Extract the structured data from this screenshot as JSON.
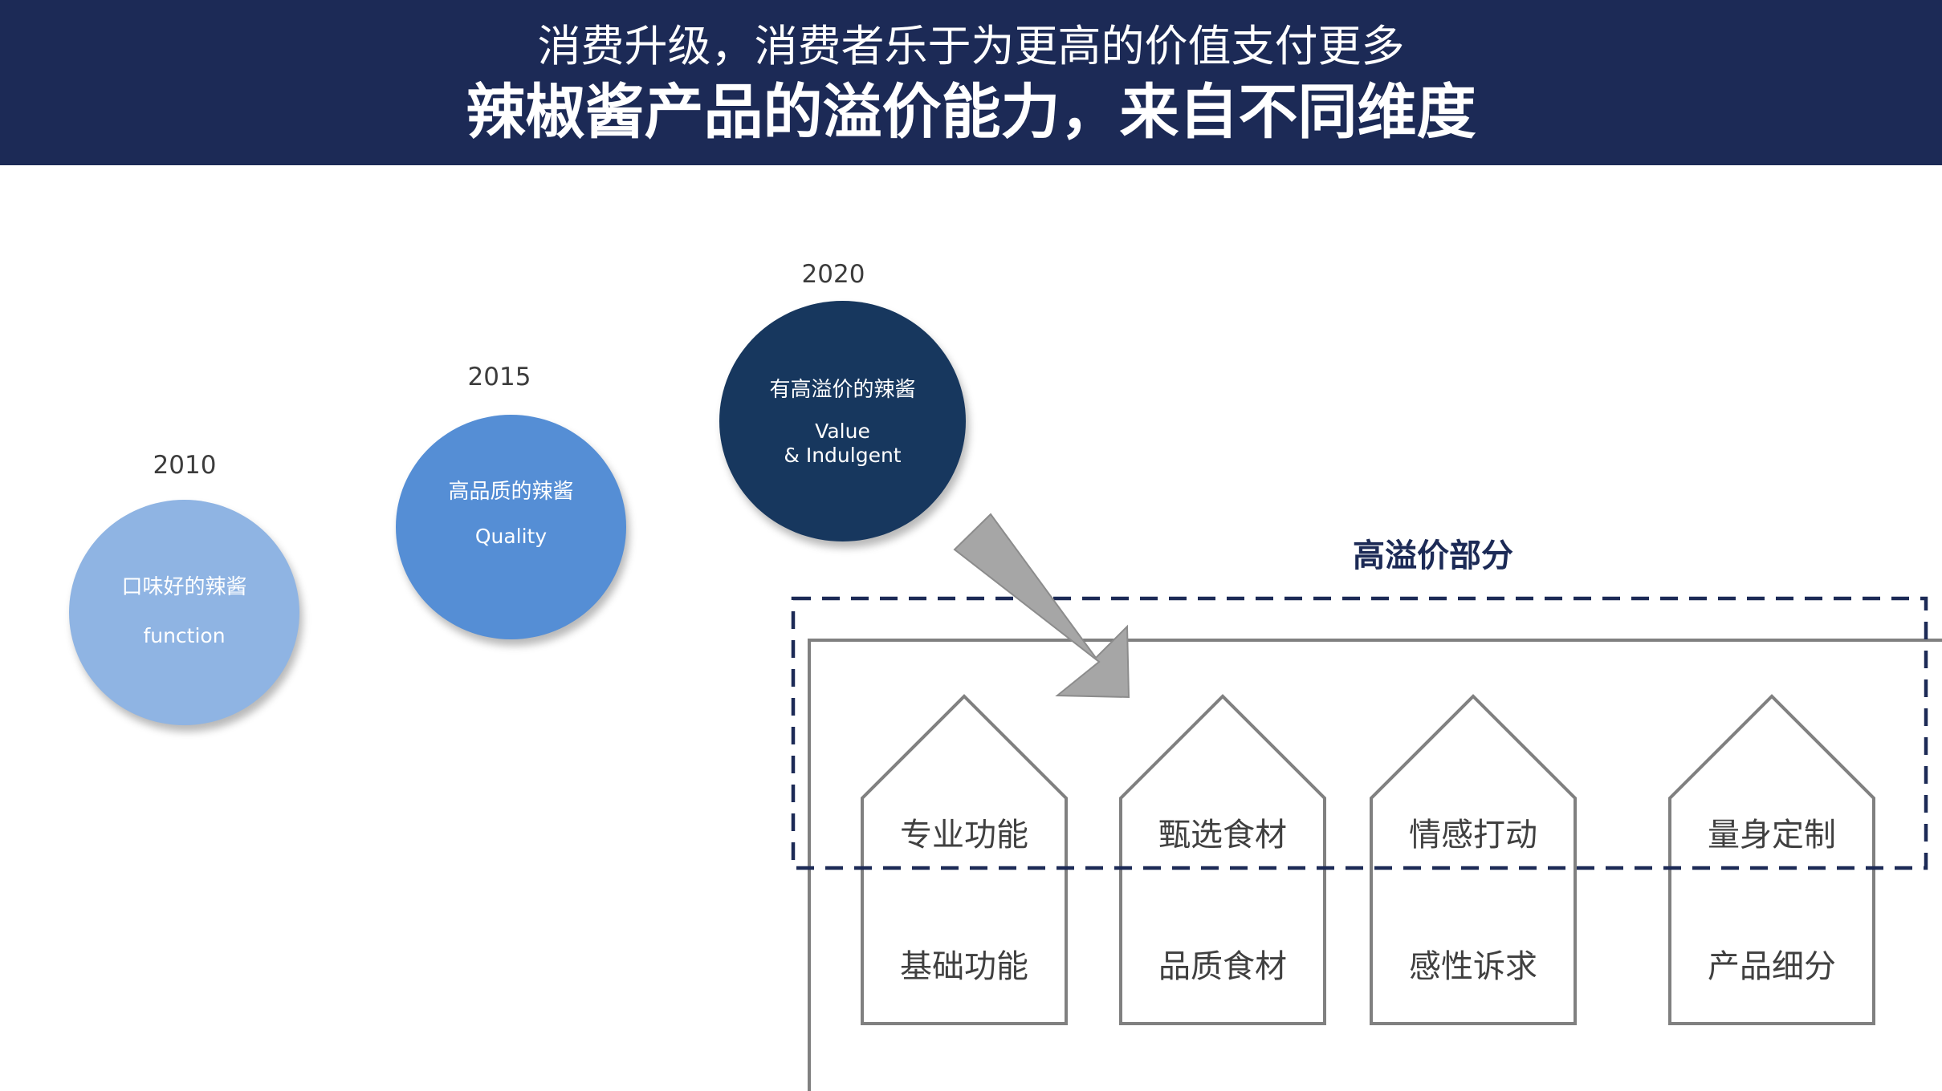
{
  "header": {
    "subtitle": "消费升级，消费者乐于为更高的价值支付更多",
    "title": "辣椒酱产品的溢价能力，来自不同维度"
  },
  "stages": [
    {
      "year": "2010",
      "label_cn": "口味好的辣酱",
      "label_en": "function",
      "color": "#8fb4e3"
    },
    {
      "year": "2015",
      "label_cn": "高品质的辣酱",
      "label_en": "Quality",
      "color": "#558ed5"
    },
    {
      "year": "2020",
      "label_cn": "有高溢价的辣酱",
      "label_en": "Value\n&  Indulgent",
      "color": "#17375e"
    }
  ],
  "premium_section": {
    "title": "高溢价部分"
  },
  "houses": [
    {
      "top": "专业功能",
      "bottom": "基础功能"
    },
    {
      "top": "甄选食材",
      "bottom": "品质食材"
    },
    {
      "top": "情感打动",
      "bottom": "感性诉求"
    },
    {
      "top": "量身定制",
      "bottom": "产品细分"
    }
  ],
  "colors": {
    "header_bg": "#1c2a56",
    "dashed_box": "#1c2a56",
    "arrow": "#a6a6a6",
    "house_stroke": "#808080"
  }
}
